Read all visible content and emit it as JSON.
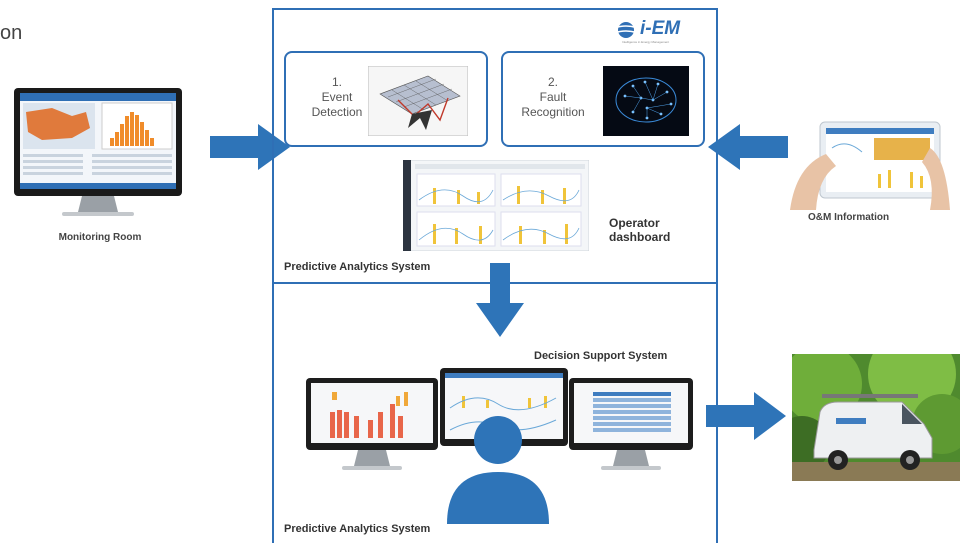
{
  "corner_text": "on",
  "logo": {
    "name": "i-EM",
    "tagline": "Intelligence in Energy Management"
  },
  "monitoring": {
    "label": "Monitoring Room"
  },
  "cards": [
    {
      "number": "1.",
      "line1": "Event",
      "line2": "Detection"
    },
    {
      "number": "2.",
      "line1": "Fault",
      "line2": "Recognition"
    }
  ],
  "operator": {
    "line1": "Operator",
    "line2": "dashboard"
  },
  "predictive_top": "Predictive Analytics System",
  "om": {
    "label": "O&M Information"
  },
  "dss": {
    "label": "Decision Support System"
  },
  "predictive_bottom": "Predictive Analytics System",
  "colors": {
    "accent": "#2f6fb5",
    "arrow": "#2e74b8"
  }
}
